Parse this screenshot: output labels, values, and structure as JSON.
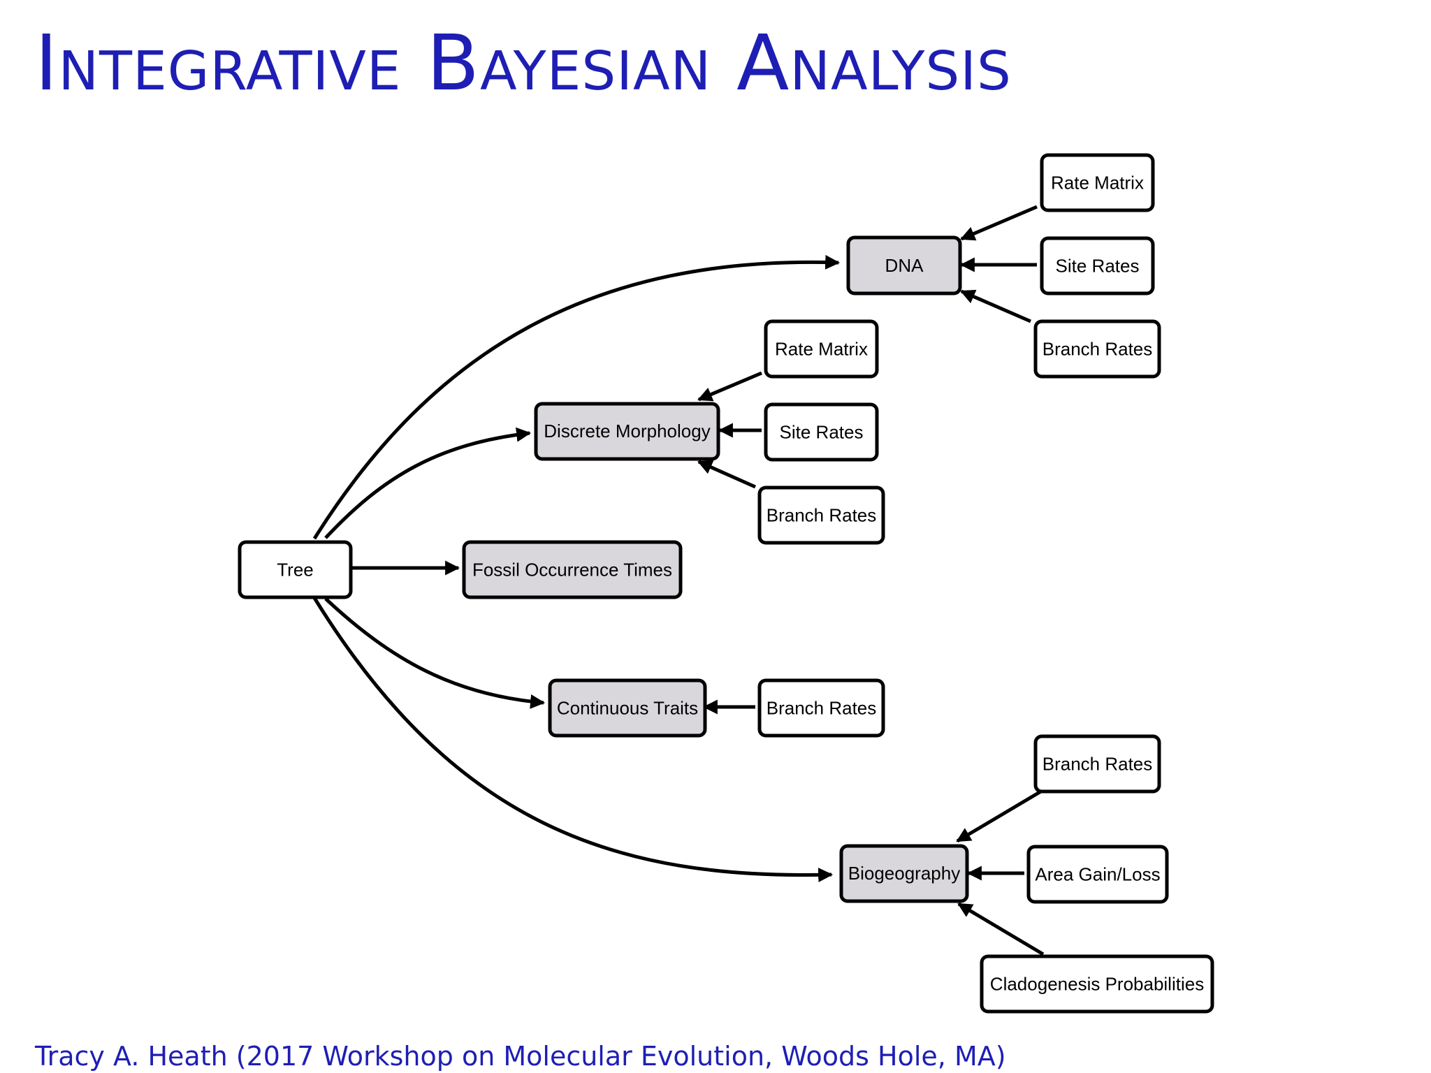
{
  "title": "Integrative Bayesian Analysis",
  "credit": "Tracy A. Heath (2017 Workshop on Molecular Evolution, Woods Hole, MA)",
  "colors": {
    "title": "#1e1eb4",
    "observed_fill": "#d9d7db",
    "parameter_fill": "#ffffff",
    "stroke": "#000000"
  },
  "nodes": {
    "tree": "Tree",
    "dna": "DNA",
    "dna_rate_matrix": "Rate Matrix",
    "dna_site_rates": "Site Rates",
    "dna_branch_rates": "Branch Rates",
    "discrete_morphology": "Discrete Morphology",
    "morph_rate_matrix": "Rate Matrix",
    "morph_site_rates": "Site Rates",
    "morph_branch_rates": "Branch Rates",
    "fossil_occurrence_times": "Fossil Occurrence Times",
    "continuous_traits": "Continuous Traits",
    "traits_branch_rates": "Branch Rates",
    "biogeography": "Biogeography",
    "bio_branch_rates": "Branch Rates",
    "bio_area_gain_loss": "Area Gain/Loss",
    "bio_cladogenesis_probabilities": "Cladogenesis Probabilities"
  }
}
